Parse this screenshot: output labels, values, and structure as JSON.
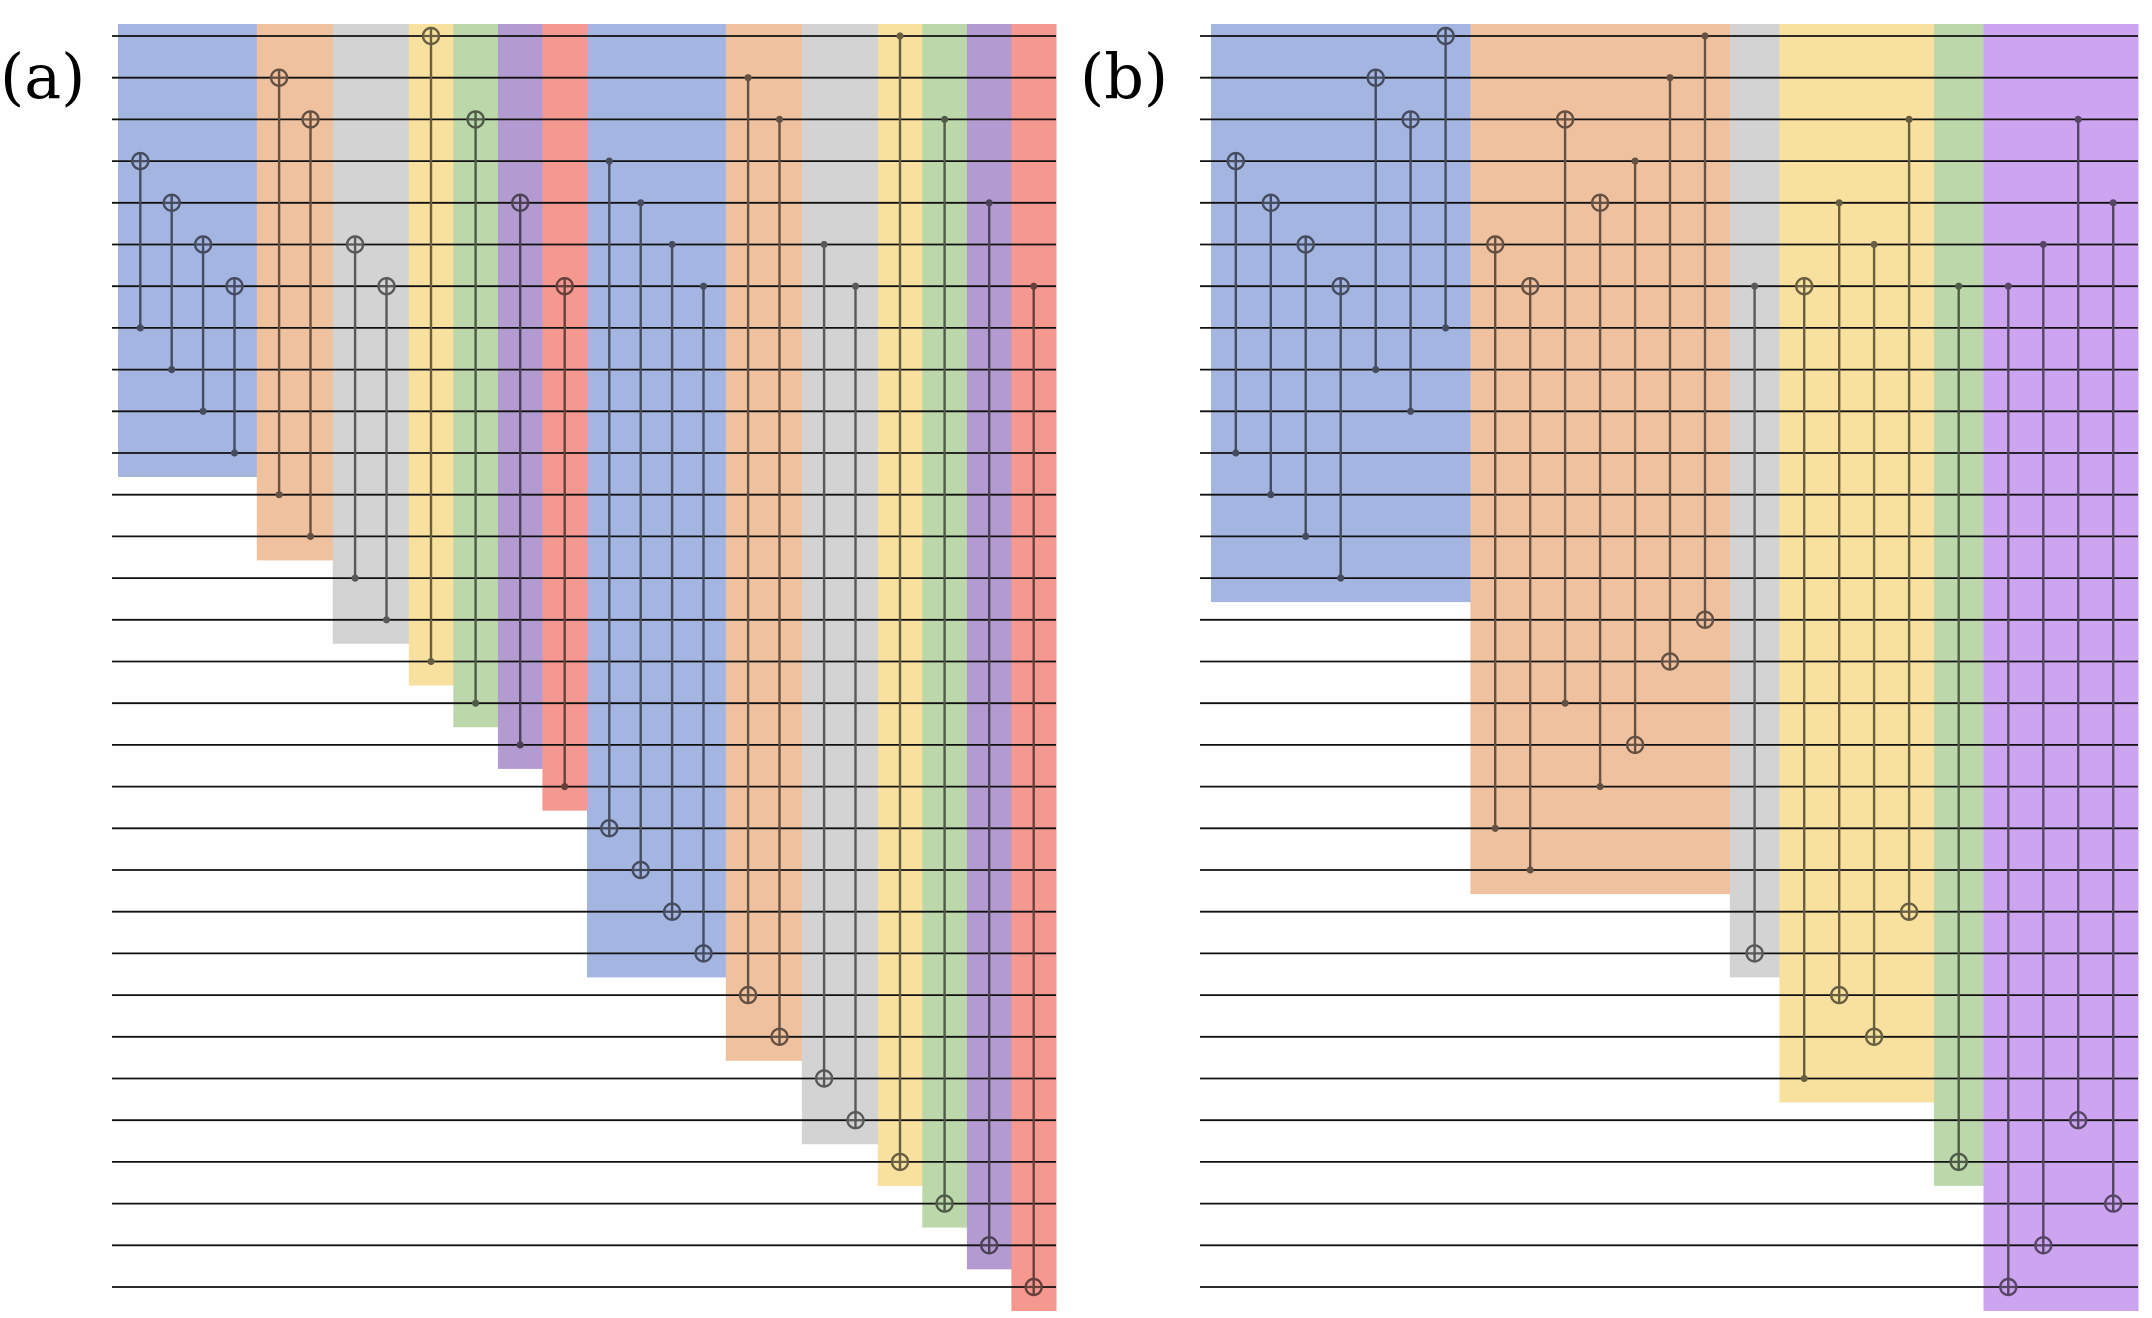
{
  "panels": [
    {
      "label": "(a)",
      "wire_count": 31,
      "blocks": [
        {
          "color": "#a5b5e1",
          "gates": [
            {
              "target": 3,
              "control": 7
            },
            {
              "target": 4,
              "control": 8
            },
            {
              "target": 5,
              "control": 9
            },
            {
              "target": 6,
              "control": 10
            }
          ]
        },
        {
          "color": "#f0c19f",
          "gates": [
            {
              "target": 1,
              "control": 11
            },
            {
              "target": 2,
              "control": 12
            }
          ]
        },
        {
          "color": "#d3d3d3",
          "gates": [
            {
              "target": 5,
              "control": 13
            },
            {
              "target": 6,
              "control": 14
            }
          ]
        },
        {
          "color": "#f8e19e",
          "gates": [
            {
              "target": 0,
              "control": 15
            }
          ]
        },
        {
          "color": "#bcd8ab",
          "gates": [
            {
              "target": 2,
              "control": 16
            }
          ]
        },
        {
          "color": "#b39ad0",
          "gates": [
            {
              "target": 4,
              "control": 17
            }
          ]
        },
        {
          "color": "#f5988f",
          "gates": [
            {
              "target": 6,
              "control": 18
            }
          ]
        },
        {
          "color": "#a5b5e1",
          "gates": [
            {
              "target": 19,
              "control": 3
            },
            {
              "target": 20,
              "control": 4
            },
            {
              "target": 21,
              "control": 5
            },
            {
              "target": 22,
              "control": 6
            }
          ]
        },
        {
          "color": "#f0c19f",
          "gates": [
            {
              "target": 23,
              "control": 1
            },
            {
              "target": 24,
              "control": 2
            }
          ]
        },
        {
          "color": "#d3d3d3",
          "gates": [
            {
              "target": 25,
              "control": 5
            },
            {
              "target": 26,
              "control": 6
            }
          ]
        },
        {
          "color": "#f8e19e",
          "gates": [
            {
              "target": 27,
              "control": 0
            }
          ]
        },
        {
          "color": "#bcd8ab",
          "gates": [
            {
              "target": 28,
              "control": 2
            }
          ]
        },
        {
          "color": "#b39ad0",
          "gates": [
            {
              "target": 29,
              "control": 4
            }
          ]
        },
        {
          "color": "#f5988f",
          "gates": [
            {
              "target": 30,
              "control": 6
            }
          ]
        }
      ]
    },
    {
      "label": "(b)",
      "wire_count": 31,
      "blocks": [
        {
          "color": "#a5b5e1",
          "gates": [
            {
              "target": 3,
              "control": 10
            },
            {
              "target": 4,
              "control": 11
            },
            {
              "target": 5,
              "control": 12
            },
            {
              "target": 6,
              "control": 13
            },
            {
              "target": 1,
              "control": 8
            },
            {
              "target": 2,
              "control": 9
            },
            {
              "target": 0,
              "control": 7
            }
          ]
        },
        {
          "color": "#f0c19f",
          "gates": [
            {
              "target": 5,
              "control": 19
            },
            {
              "target": 6,
              "control": 20
            },
            {
              "target": 2,
              "control": 16
            },
            {
              "target": 4,
              "control": 18
            },
            {
              "target": 17,
              "control": 3
            },
            {
              "target": 15,
              "control": 1
            },
            {
              "target": 14,
              "control": 0
            }
          ]
        },
        {
          "color": "#d3d3d3",
          "gates": [
            {
              "target": 22,
              "control": 6
            }
          ]
        },
        {
          "color": "#f8e19e",
          "gates": [
            {
              "target": 6,
              "control": 25
            },
            {
              "target": 23,
              "control": 4
            },
            {
              "target": 24,
              "control": 5
            },
            {
              "target": 21,
              "control": 2
            }
          ]
        },
        {
          "color": "#bcd8ab",
          "gates": [
            {
              "target": 27,
              "control": 6
            }
          ]
        },
        {
          "color": "#cda4f0",
          "gates": [
            {
              "target": 30,
              "control": 6
            },
            {
              "target": 29,
              "control": 5
            },
            {
              "target": 26,
              "control": 2
            },
            {
              "target": 28,
              "control": 4
            }
          ]
        }
      ]
    }
  ]
}
